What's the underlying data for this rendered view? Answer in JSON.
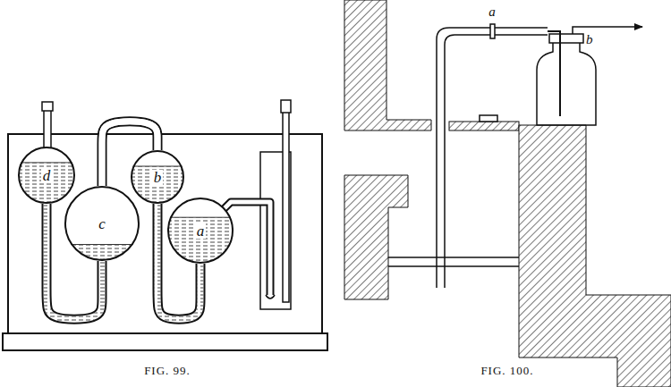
{
  "diagram": {
    "nodes": [
      {
        "text": [
          "d"
        ]
      },
      {
        "text": [
          "c"
        ]
      },
      {
        "text": [
          "b"
        ]
      },
      {
        "text": [
          "a"
        ]
      }
    ],
    "edges": [
      {
        "from": 0,
        "to": 1,
        "arrow": "none"
      },
      {
        "from": 1,
        "to": 2,
        "arrow": "none"
      },
      {
        "from": 2,
        "to": 3,
        "arrow": "none"
      }
    ],
    "labels": [
      "a",
      "b",
      "FIG. 99.",
      "FIG. 100."
    ]
  }
}
